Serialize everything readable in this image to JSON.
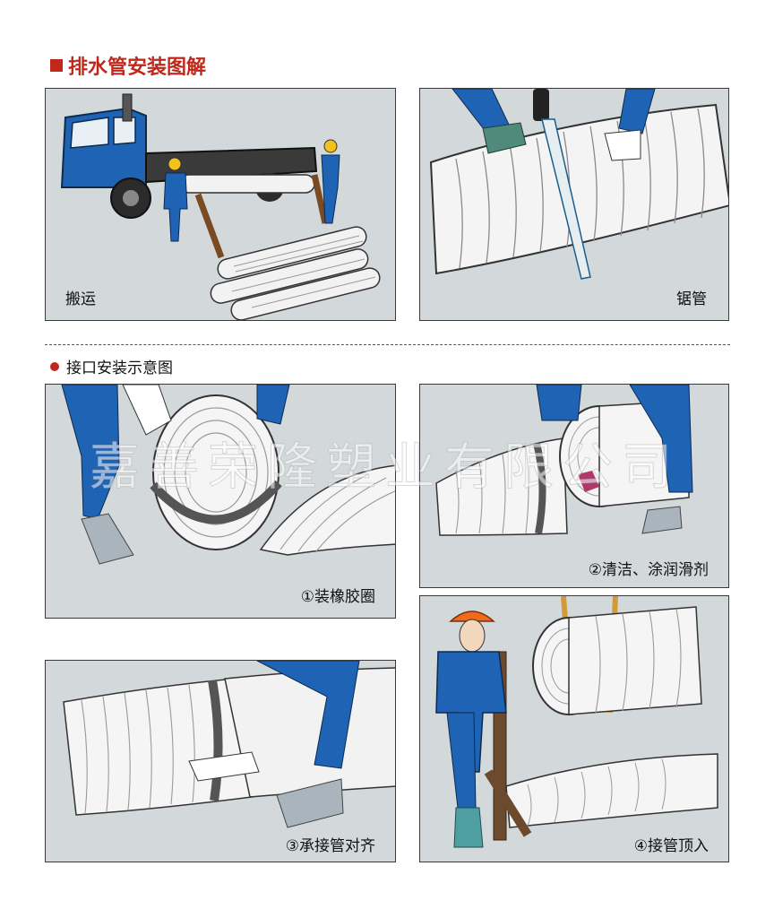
{
  "page_title": "排水管安装图解",
  "section_title": "接口安装示意图",
  "watermark": "嘉善荣隆塑业有限公司",
  "colors": {
    "accent": "#c0281c",
    "panel_bg": "#d3d8db",
    "worker_blue": "#1f63b4",
    "helmet_yellow": "#f2c21b",
    "helmet_orange": "#f06a1c",
    "wood_brown": "#6b4a2e"
  },
  "panels": {
    "transport": {
      "caption": "搬运"
    },
    "sawing": {
      "caption": "锯管"
    },
    "step1": {
      "caption": "①装橡胶圈"
    },
    "step2": {
      "caption": "②清洁、涂润滑剂"
    },
    "step3": {
      "caption": "③承接管对齐"
    },
    "step4": {
      "caption": "④接管顶入"
    }
  }
}
